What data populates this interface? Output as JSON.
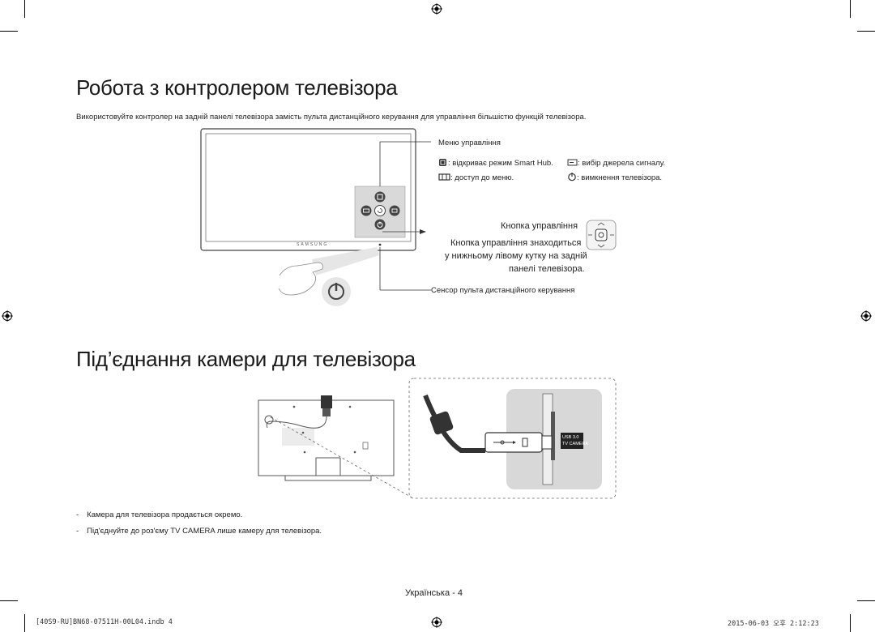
{
  "section1": {
    "title": "Робота з контролером телевізора",
    "intro": "Використовуйте контролер на задній панелі телевізора замість пульта дистанційного керування для управління більшістю функцій телевізора."
  },
  "diagram1": {
    "brand_logo": "SAMSUNG",
    "menu_heading": "Меню управління",
    "legend": {
      "smart_hub": ": відкриває режим Smart Hub.",
      "source": ": вибір джерела сигналу.",
      "menu": ": доступ до меню.",
      "power": ": вимкнення телевізора."
    },
    "control_button_label": "Кнопка управління",
    "control_button_desc": [
      "Кнопка управління знаходиться",
      "у нижньому лівому кутку на задній",
      "панелі телевізора."
    ],
    "remote_sensor_label": "Сенсор пульта дистанційного керування"
  },
  "section2": {
    "title": "Під’єднання камери для телевізора",
    "port_labels": [
      "USB 3.0",
      "TV CAMERA"
    ],
    "notes": [
      "Камера для телевізора продається окремо.",
      "Під'єднуйте до роз'єму TV CAMERA лише камеру для телевізора."
    ],
    "note_bullet": "-"
  },
  "page_footer": {
    "page_label": "Українська - 4",
    "file_info": "[40S9-RU]BN68-07511H-00L04.indb   4",
    "timestamp": "2015-06-03   오후 2:12:23"
  },
  "icons": [
    "registration-mark-icon",
    "smart-hub-icon",
    "menu-icon",
    "return-icon",
    "source-icon",
    "power-icon",
    "hand-icon",
    "usb-icon",
    "camera-icon",
    "directional-button-icon"
  ]
}
